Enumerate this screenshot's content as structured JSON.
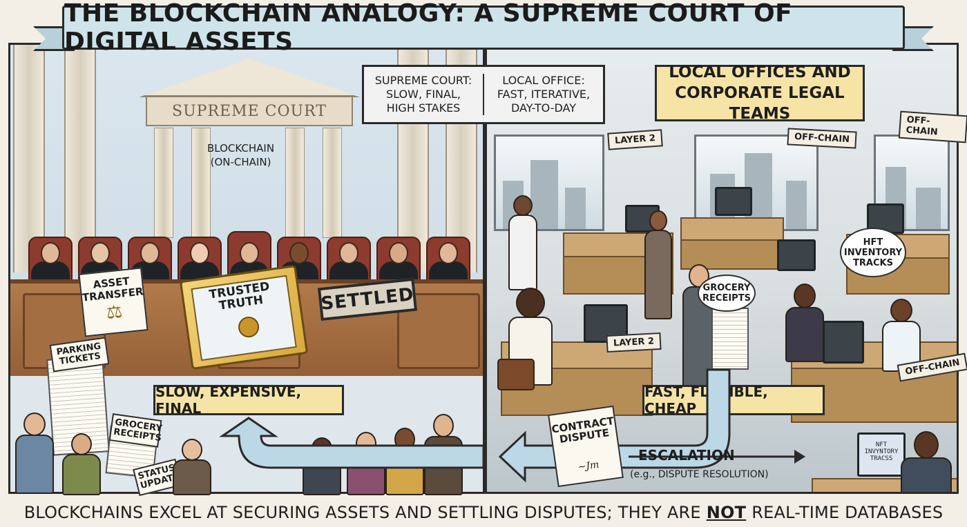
{
  "title": "THE BLOCKCHAIN ANALOGY: A SUPREME COURT OF DIGITAL ASSETS",
  "left_panel": {
    "building_label": "SUPREME COURT",
    "blockchain_label_line1": "BLOCKCHAIN",
    "blockchain_label_line2": "(ON-CHAIN)",
    "asset_card_line1": "ASSET",
    "asset_card_line2": "TRANSFER",
    "book_line1": "TRUSTED",
    "book_line2": "TRUTH",
    "stamp": "SETTLED",
    "tag_parking_line1": "PARKING",
    "tag_parking_line2": "TICKETS",
    "tag_grocery_line1": "GROCERY",
    "tag_grocery_line2": "RECEIPTS",
    "tag_status_line1": "STATUS",
    "tag_status_line2": "UPDATES",
    "caption": "SLOW, EXPENSIVE, FINAL"
  },
  "comparison": {
    "left_line1": "SUPREME COURT:",
    "left_line2": "SLOW, FINAL,",
    "left_line3": "HIGH STAKES",
    "right_line1": "LOCAL OFFICE:",
    "right_line2": "FAST, ITERATIVE,",
    "right_line3": "DAY-TO-DAY"
  },
  "right_panel": {
    "heading_line1": "LOCAL OFFICES AND",
    "heading_line2": "CORPORATE LEGAL TEAMS",
    "sign_layer2_top": "LAYER 2",
    "sign_offchain_mid": "OFF-CHAIN",
    "sign_offchain_right": "OFF-CHAIN",
    "sign_layer2_desk": "LAYER 2",
    "sign_offchain_desk": "OFF-CHAIN",
    "bubble_grocery_line1": "GROCERY",
    "bubble_grocery_line2": "RECEIPTS",
    "bubble_hft_line1": "HFT",
    "bubble_hft_line2": "INVENTORY",
    "bubble_hft_line3": "TRACKS",
    "screen_line1": "NFT INVYNTORY",
    "screen_line2": "TRACSS",
    "caption": "FAST, FLEXIBLE, CHEAP"
  },
  "escalation": {
    "label": "ESCALATION",
    "sub": "(e.g., DISPUTE RESOLUTION)",
    "contract_line1": "CONTRACT",
    "contract_line2": "DISPUTE"
  },
  "footer": {
    "before": "BLOCKCHAINS EXCEL AT SECURING ASSETS AND SETTLING DISPUTES; THEY ARE",
    "negation": "NOT",
    "after": "REAL-TIME DATABASES"
  },
  "colors": {
    "banner": "#cfe3ea",
    "caption": "#f6e4a6",
    "robe": "#1f2327",
    "chair": "#8c3b2e",
    "wood": "#a36e42",
    "arrow": "#bcd8e6"
  }
}
